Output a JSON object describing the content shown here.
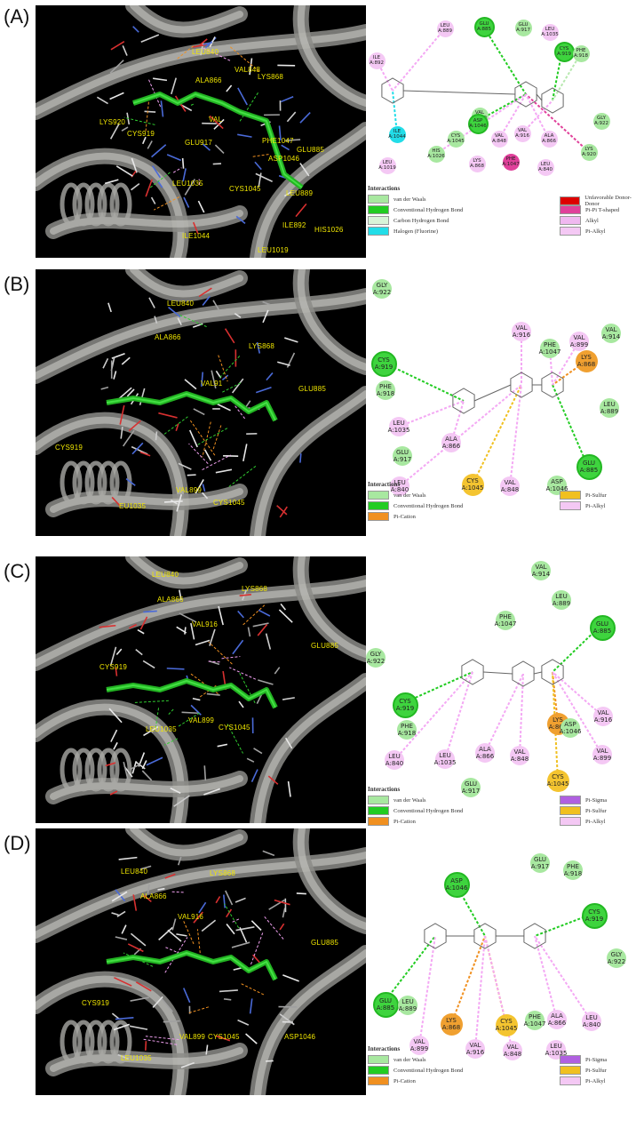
{
  "panels": [
    {
      "id": "A",
      "label": "(A)",
      "render_labels": [
        "LEU840",
        "VAL848",
        "ALA866",
        "LYS868",
        "LYS920",
        "VAL",
        "CYS919",
        "GLU917",
        "PHE1047",
        "ASP1046",
        "GLU885",
        "LEU1035",
        "CYS1045",
        "LEU889",
        "ILE892",
        "HIS1026",
        "ILE1044",
        "LEU1019"
      ],
      "residues": [
        {
          "name": "LEU",
          "num": "A:889",
          "type": "alkyl"
        },
        {
          "name": "GLU",
          "num": "A:885",
          "type": "hbond"
        },
        {
          "name": "GLU",
          "num": "A:917",
          "type": "vdw"
        },
        {
          "name": "LEU",
          "num": "A:1035",
          "type": "alkyl"
        },
        {
          "name": "CYS",
          "num": "A:919",
          "type": "hbond"
        },
        {
          "name": "PHE",
          "num": "A:918",
          "type": "vdw"
        },
        {
          "name": "ILE",
          "num": "A:892",
          "type": "alkyl"
        },
        {
          "name": "ILE",
          "num": "A:1044",
          "type": "halogen"
        },
        {
          "name": "VAL",
          "num": "A:899",
          "type": "vdw"
        },
        {
          "name": "ASP",
          "num": "A:1046",
          "type": "hbond"
        },
        {
          "name": "CYS",
          "num": "A:1045",
          "type": "vdw"
        },
        {
          "name": "VAL",
          "num": "A:848",
          "type": "alkyl"
        },
        {
          "name": "VAL",
          "num": "A:916",
          "type": "alkyl"
        },
        {
          "name": "ALA",
          "num": "A:866",
          "type": "alkyl"
        },
        {
          "name": "GLY",
          "num": "A:922",
          "type": "vdw"
        },
        {
          "name": "LYS",
          "num": "A:920",
          "type": "vdw"
        },
        {
          "name": "HIS",
          "num": "A:1026",
          "type": "vdw"
        },
        {
          "name": "LEU",
          "num": "A:1019",
          "type": "alkyl"
        },
        {
          "name": "LYS",
          "num": "A:868",
          "type": "alkyl"
        },
        {
          "name": "PHE",
          "num": "A:1047",
          "type": "pipi"
        },
        {
          "name": "LEU",
          "num": "A:840",
          "type": "alkyl"
        }
      ],
      "legend_title": "Interactions",
      "legend": [
        {
          "label": "van der Waals",
          "color": "#a8e8a0"
        },
        {
          "label": "Conventional Hydrogen Bond",
          "color": "#22cc22"
        },
        {
          "label": "Carbon Hydrogen Bond",
          "color": "#d8f4d8"
        },
        {
          "label": "Halogen (Fluorine)",
          "color": "#22dde8"
        },
        {
          "label": "Unfavorable Donor-Donor",
          "color": "#dd0000"
        },
        {
          "label": "Pi-Pi T-shaped",
          "color": "#e0409a"
        },
        {
          "label": "Alkyl",
          "color": "#f0b8f0"
        },
        {
          "label": "Pi-Alkyl",
          "color": "#f4c8f4"
        }
      ]
    },
    {
      "id": "B",
      "label": "(B)",
      "render_labels": [
        "LEU840",
        "ALA866",
        "LYS868",
        "VAL91",
        "CYS919",
        "GLU885",
        "VAL899",
        "EU1035",
        "CYS1045"
      ],
      "residues": [
        {
          "name": "GLY",
          "num": "A:922",
          "type": "vdw"
        },
        {
          "name": "CYS",
          "num": "A:919",
          "type": "hbond"
        },
        {
          "name": "VAL",
          "num": "A:916",
          "type": "alkyl"
        },
        {
          "name": "PHE",
          "num": "A:1047",
          "type": "vdw"
        },
        {
          "name": "VAL",
          "num": "A:899",
          "type": "alkyl"
        },
        {
          "name": "VAL",
          "num": "A:914",
          "type": "vdw"
        },
        {
          "name": "PHE",
          "num": "A:918",
          "type": "vdw"
        },
        {
          "name": "LYS",
          "num": "A:868",
          "type": "cation"
        },
        {
          "name": "LEU",
          "num": "A:889",
          "type": "vdw"
        },
        {
          "name": "LEU",
          "num": "A:1035",
          "type": "alkyl"
        },
        {
          "name": "GLU",
          "num": "A:917",
          "type": "vdw"
        },
        {
          "name": "ALA",
          "num": "A:866",
          "type": "alkyl"
        },
        {
          "name": "GLU",
          "num": "A:885",
          "type": "hbond"
        },
        {
          "name": "LEU",
          "num": "A:840",
          "type": "alkyl"
        },
        {
          "name": "CYS",
          "num": "A:1045",
          "type": "sulfur"
        },
        {
          "name": "VAL",
          "num": "A:848",
          "type": "alkyl"
        },
        {
          "name": "ASP",
          "num": "A:1046",
          "type": "vdw"
        }
      ],
      "legend_title": "Interactions",
      "legend": [
        {
          "label": "van der Waals",
          "color": "#a8e8a0"
        },
        {
          "label": "Conventional Hydrogen Bond",
          "color": "#22cc22"
        },
        {
          "label": "Pi-Cation",
          "color": "#f09020"
        },
        {
          "label": "Pi-Sulfur",
          "color": "#f0c020"
        },
        {
          "label": "Pi-Alkyl",
          "color": "#f4c8f4"
        }
      ]
    },
    {
      "id": "C",
      "label": "(C)",
      "render_labels": [
        "LEU840",
        "ALA866",
        "LYS868",
        "VAL916",
        "CYS919",
        "GLU885",
        "VAL899",
        "LEU1035",
        "CYS1045"
      ],
      "residues": [
        {
          "name": "VAL",
          "num": "A:914",
          "type": "vdw"
        },
        {
          "name": "LEU",
          "num": "A:889",
          "type": "vdw"
        },
        {
          "name": "PHE",
          "num": "A:1047",
          "type": "vdw"
        },
        {
          "name": "GLU",
          "num": "A:885",
          "type": "hbond"
        },
        {
          "name": "GLY",
          "num": "A:922",
          "type": "vdw"
        },
        {
          "name": "CYS",
          "num": "A:919",
          "type": "hbond"
        },
        {
          "name": "PHE",
          "num": "A:918",
          "type": "vdw"
        },
        {
          "name": "LYS",
          "num": "A:868",
          "type": "cation"
        },
        {
          "name": "ASP",
          "num": "A:1046",
          "type": "vdw"
        },
        {
          "name": "VAL",
          "num": "A:916",
          "type": "alkyl"
        },
        {
          "name": "LEU",
          "num": "A:840",
          "type": "alkyl"
        },
        {
          "name": "LEU",
          "num": "A:1035",
          "type": "alkyl"
        },
        {
          "name": "ALA",
          "num": "A:866",
          "type": "alkyl"
        },
        {
          "name": "VAL",
          "num": "A:848",
          "type": "alkyl"
        },
        {
          "name": "CYS",
          "num": "A:1045",
          "type": "sulfur"
        },
        {
          "name": "VAL",
          "num": "A:899",
          "type": "alkyl"
        },
        {
          "name": "GLU",
          "num": "A:917",
          "type": "vdw"
        }
      ],
      "legend_title": "Interactions",
      "legend": [
        {
          "label": "van der Waals",
          "color": "#a8e8a0"
        },
        {
          "label": "Conventional Hydrogen Bond",
          "color": "#22cc22"
        },
        {
          "label": "Pi-Cation",
          "color": "#f09020"
        },
        {
          "label": "Pi-Sigma",
          "color": "#b060e0"
        },
        {
          "label": "Pi-Sulfur",
          "color": "#f0c020"
        },
        {
          "label": "Pi-Alkyl",
          "color": "#f4c8f4"
        }
      ]
    },
    {
      "id": "D",
      "label": "(D)",
      "render_labels": [
        "LEU840",
        "LYS868",
        "ALA866",
        "VAL916",
        "GLU885",
        "CYS919",
        "VAL899",
        "CYS1045",
        "ASP1046",
        "LEU1035"
      ],
      "residues": [
        {
          "name": "GLU",
          "num": "A:917",
          "type": "vdw"
        },
        {
          "name": "ASP",
          "num": "A:1046",
          "type": "hbond"
        },
        {
          "name": "PHE",
          "num": "A:918",
          "type": "vdw"
        },
        {
          "name": "CYS",
          "num": "A:919",
          "type": "hbond"
        },
        {
          "name": "GLY",
          "num": "A:922",
          "type": "vdw"
        },
        {
          "name": "GLU",
          "num": "A:885",
          "type": "hbond"
        },
        {
          "name": "LEU",
          "num": "A:889",
          "type": "vdw"
        },
        {
          "name": "LYS",
          "num": "A:868",
          "type": "cation"
        },
        {
          "name": "CYS",
          "num": "A:1045",
          "type": "sulfur"
        },
        {
          "name": "PHE",
          "num": "A:1047",
          "type": "vdw"
        },
        {
          "name": "ALA",
          "num": "A:866",
          "type": "alkyl"
        },
        {
          "name": "LEU",
          "num": "A:840",
          "type": "alkyl"
        },
        {
          "name": "VAL",
          "num": "A:899",
          "type": "alkyl"
        },
        {
          "name": "VAL",
          "num": "A:916",
          "type": "alkyl"
        },
        {
          "name": "VAL",
          "num": "A:848",
          "type": "alkyl"
        },
        {
          "name": "LEU",
          "num": "A:1035",
          "type": "alkyl"
        }
      ],
      "legend_title": "Interactions",
      "legend": [
        {
          "label": "van der Waals",
          "color": "#a8e8a0"
        },
        {
          "label": "Conventional Hydrogen Bond",
          "color": "#22cc22"
        },
        {
          "label": "Pi-Cation",
          "color": "#f09020"
        },
        {
          "label": "Pi-Sigma",
          "color": "#b060e0"
        },
        {
          "label": "Pi-Sulfur",
          "color": "#f0c020"
        },
        {
          "label": "Pi-Alkyl",
          "color": "#f4c8f4"
        }
      ]
    }
  ],
  "type_colors": {
    "vdw": "#a8e8a0",
    "hbond": "#3ed43e",
    "alkyl": "#f4c8f4",
    "halogen": "#22dde8",
    "pipi": "#e0409a",
    "cation": "#f0a030",
    "sulfur": "#f4c430"
  }
}
